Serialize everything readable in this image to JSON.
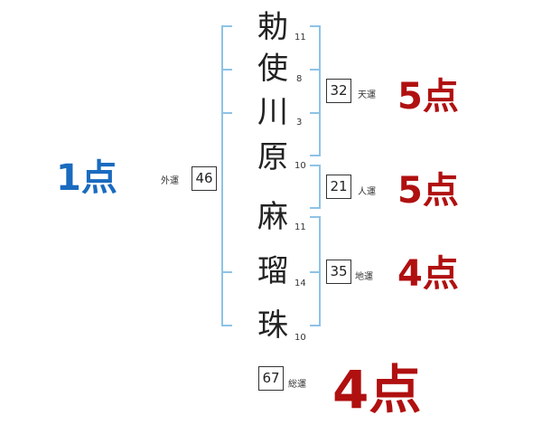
{
  "name": {
    "chars": [
      "勅",
      "使",
      "川",
      "原",
      "麻",
      "瑠",
      "珠"
    ],
    "strokes": [
      "11",
      "8",
      "3",
      "10",
      "11",
      "14",
      "10"
    ]
  },
  "fortunes": {
    "ten": {
      "label": "天運",
      "value": "32",
      "score": "5点"
    },
    "jin": {
      "label": "人運",
      "value": "21",
      "score": "5点"
    },
    "chi": {
      "label": "地運",
      "value": "35",
      "score": "4点"
    },
    "gai": {
      "label": "外運",
      "value": "46",
      "score": "1点"
    },
    "sou": {
      "label": "総運",
      "value": "67",
      "score": "4点"
    }
  },
  "colors": {
    "bracket": "#8ec3e6",
    "score_red": "#b01010",
    "score_blue": "#1a6bbf"
  }
}
